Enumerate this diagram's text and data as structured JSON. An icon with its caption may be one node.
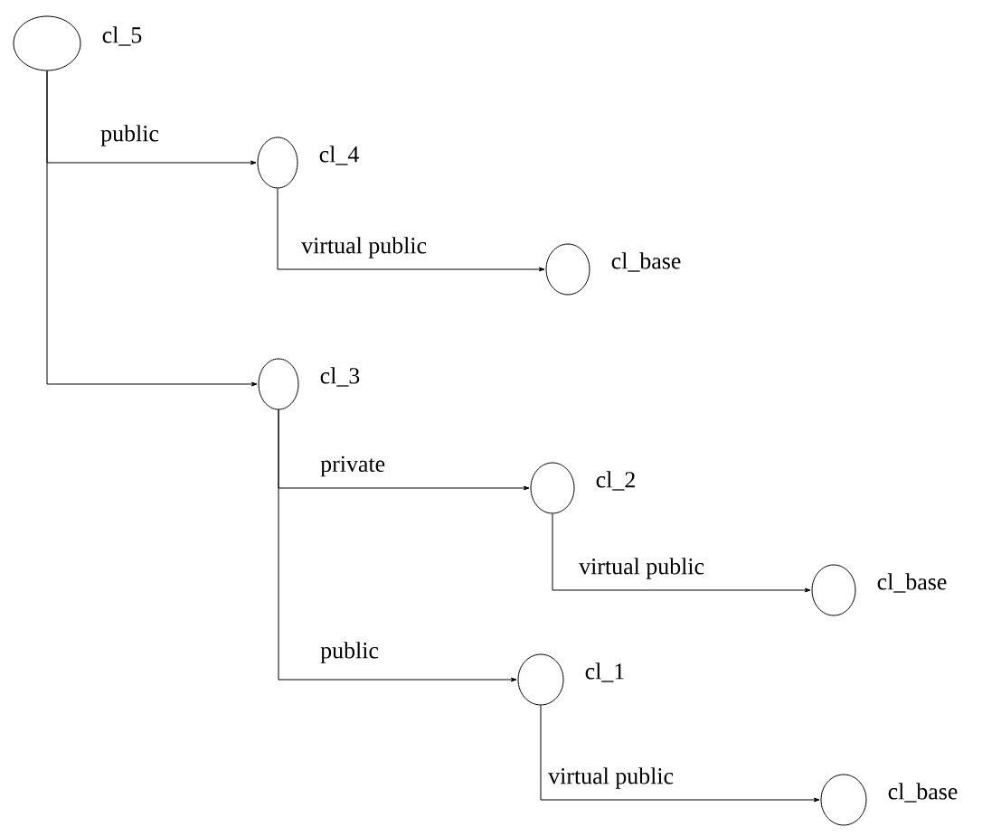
{
  "diagram": {
    "nodes": [
      {
        "text": [],
        "shape": "circle",
        "beside": [
          "cl_5"
        ]
      },
      {
        "text": [],
        "shape": "circle",
        "beside": [
          "cl_4"
        ]
      },
      {
        "text": [],
        "shape": "circle",
        "beside": [
          "cl_base"
        ]
      },
      {
        "text": [],
        "shape": "circle",
        "beside": [
          "cl_3"
        ]
      },
      {
        "text": [],
        "shape": "circle",
        "beside": [
          "cl_2"
        ]
      },
      {
        "text": [],
        "shape": "circle",
        "beside": [
          "cl_base"
        ]
      },
      {
        "text": [],
        "shape": "circle",
        "beside": [
          "cl_1"
        ]
      },
      {
        "text": [],
        "shape": "circle",
        "beside": [
          "cl_base"
        ]
      }
    ],
    "edges": [
      {
        "from": 0,
        "to": 1,
        "arrow": "to",
        "label": "public"
      },
      {
        "from": 1,
        "to": 2,
        "arrow": "to",
        "label": "virtual public"
      },
      {
        "from": 0,
        "to": 3,
        "arrow": "to"
      },
      {
        "from": 3,
        "to": 4,
        "arrow": "to",
        "label": "private"
      },
      {
        "from": 4,
        "to": 5,
        "arrow": "to",
        "label": "virtual public"
      },
      {
        "from": 3,
        "to": 6,
        "arrow": "to",
        "label": "public"
      },
      {
        "from": 6,
        "to": 7,
        "arrow": "to",
        "label": "virtual public"
      }
    ]
  }
}
